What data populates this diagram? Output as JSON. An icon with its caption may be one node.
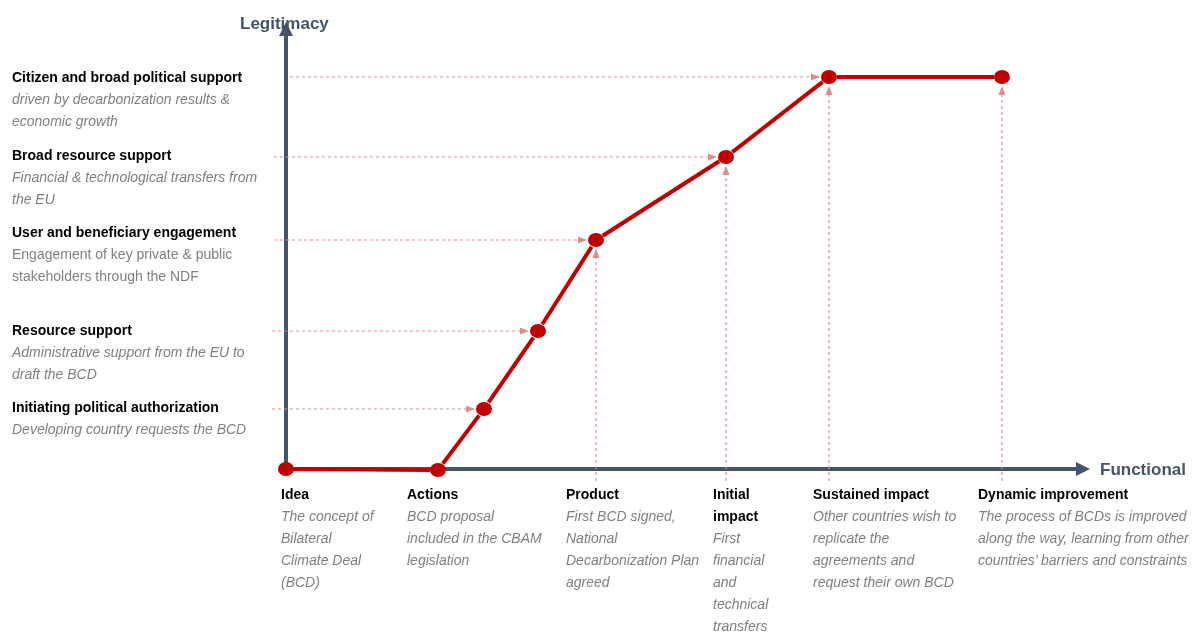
{
  "diagram": {
    "nodes": [
      {
        "text": [
          "Citizen and broad political support",
          "driven by decarbonization results & economic growth"
        ]
      },
      {
        "text": [
          "Broad resource support",
          "Financial & technological transfers from the EU"
        ]
      },
      {
        "text": [
          "User and beneficiary engagement",
          "Engagement of key private & public stakeholders through the NDF"
        ]
      },
      {
        "text": [
          "Resource support",
          "Administrative support from the EU to draft the BCD"
        ]
      },
      {
        "text": [
          "Initiating political authorization",
          "Developing country requests the BCD"
        ]
      },
      {
        "text": [
          "Idea",
          "The concept of Bilateral Climate Deal (BCD)"
        ]
      },
      {
        "text": [
          "Actions",
          "BCD proposal included in the CBAM legislation"
        ]
      },
      {
        "text": [
          "Product",
          "First BCD signed, National Decarbonization Plan agreed"
        ]
      },
      {
        "text": [
          "Initial impact",
          "First financial and technical transfers"
        ]
      },
      {
        "text": [
          "Sustained impact",
          "Other countries wish to replicate the agreements and request their own BCD"
        ]
      },
      {
        "text": [
          "Dynamic improvement",
          "The process of BCDs is improved along the way, learning from other countries’ barriers and constraints"
        ]
      },
      {
        "text": [],
        "shape": "circle"
      },
      {
        "text": [],
        "shape": "circle"
      },
      {
        "text": [],
        "shape": "circle"
      },
      {
        "text": [],
        "shape": "circle"
      },
      {
        "text": [],
        "shape": "circle"
      },
      {
        "text": [],
        "shape": "circle"
      },
      {
        "text": [],
        "shape": "circle"
      },
      {
        "text": [],
        "shape": "circle"
      }
    ],
    "edges": [
      {
        "from": 11,
        "to": 12,
        "arrow": "none",
        "style": "thick",
        "color": "#c00000"
      },
      {
        "from": 12,
        "to": 13,
        "arrow": "none",
        "style": "thick",
        "color": "#c00000"
      },
      {
        "from": 13,
        "to": 14,
        "arrow": "none",
        "style": "thick",
        "color": "#c00000"
      },
      {
        "from": 14,
        "to": 15,
        "arrow": "none",
        "style": "thick",
        "color": "#c00000"
      },
      {
        "from": 15,
        "to": 16,
        "arrow": "none",
        "style": "thick",
        "color": "#c00000"
      },
      {
        "from": 16,
        "to": 17,
        "arrow": "none",
        "style": "thick",
        "color": "#c00000"
      },
      {
        "from": 17,
        "to": 18,
        "arrow": "none",
        "style": "thick",
        "color": "#c00000"
      },
      {
        "from": 0,
        "to": 17,
        "arrow": "to",
        "style": "dashed"
      },
      {
        "from": 1,
        "to": 16,
        "arrow": "to",
        "style": "dashed"
      },
      {
        "from": 2,
        "to": 15,
        "arrow": "to",
        "style": "dashed"
      },
      {
        "from": 3,
        "to": 14,
        "arrow": "to",
        "style": "dashed"
      },
      {
        "from": 4,
        "to": 13,
        "arrow": "to",
        "style": "dashed"
      },
      {
        "from": 7,
        "to": 15,
        "arrow": "to",
        "style": "dashed"
      },
      {
        "from": 8,
        "to": 16,
        "arrow": "to",
        "style": "dashed"
      },
      {
        "from": 9,
        "to": 17,
        "arrow": "to",
        "style": "dashed"
      },
      {
        "from": 10,
        "to": 18,
        "arrow": "to",
        "style": "dashed"
      }
    ],
    "labels": [
      "Legitimacy",
      "Functional"
    ]
  }
}
